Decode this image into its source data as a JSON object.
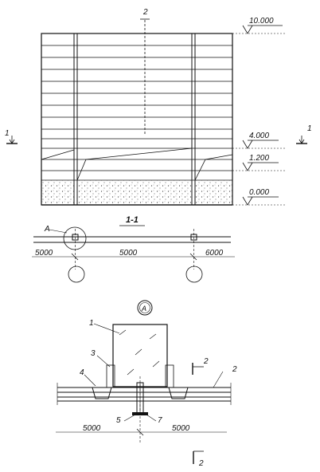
{
  "elevation": {
    "levels": {
      "top": "10.000",
      "mid": "4.000",
      "plinth": "1.200",
      "ground": "0.000"
    },
    "section_mark_left": "1",
    "section_mark_right": "1",
    "callout_top": "2"
  },
  "plan": {
    "title": "1-1",
    "callout": "A",
    "dims": [
      "5000",
      "5000",
      "6000"
    ]
  },
  "detail": {
    "title": "A",
    "labels": {
      "l1": "1",
      "l2": "2",
      "l3": "3",
      "l4": "4",
      "l5": "5",
      "l7": "7"
    },
    "section_mark_top": "2",
    "section_mark_bottom": "2",
    "dims": [
      "5000",
      "5000"
    ]
  },
  "colors": {
    "ink": "#111111",
    "paper": "#ffffff"
  }
}
